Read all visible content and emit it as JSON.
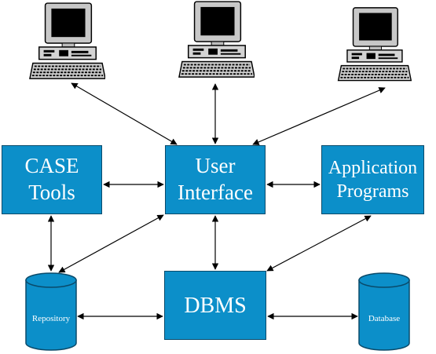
{
  "nodes": {
    "case_tools": {
      "line1": "CASE",
      "line2": "Tools"
    },
    "user_interface": {
      "line1": "User",
      "line2": "Interface"
    },
    "application_programs": {
      "line1": "Application",
      "line2": "Programs"
    },
    "dbms": {
      "label": "DBMS"
    },
    "repository": {
      "label": "Repository"
    },
    "database": {
      "label": "Database"
    }
  },
  "colors": {
    "box_fill": "#0c8fc9",
    "box_border": "#0a4a6a",
    "text": "#ffffff",
    "arrow": "#000000"
  },
  "icons": [
    "computer-terminal-icon",
    "computer-terminal-icon",
    "computer-terminal-icon",
    "database-cylinder-icon",
    "database-cylinder-icon"
  ]
}
